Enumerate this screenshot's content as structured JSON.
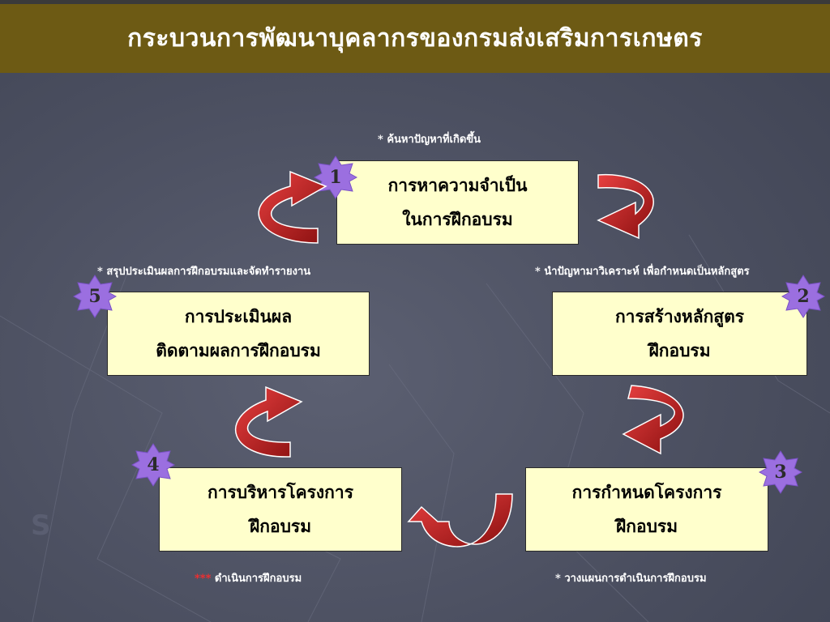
{
  "title": "กระบวนการพัฒนาบุคลากรของกรมส่งเสริมการเกษตร",
  "colors": {
    "title_band": "#6d5a14",
    "box_fill": "#ffffcc",
    "badge_fill": "#9b6fe0",
    "arrow_red": "#c0201e",
    "background": "#4b4f60"
  },
  "steps": [
    {
      "number": "1",
      "line1": "การหาความจำเป็น",
      "line2": "ในการฝึกอบรม"
    },
    {
      "number": "2",
      "line1": "การสร้างหลักสูตร",
      "line2": "ฝึกอบรม"
    },
    {
      "number": "3",
      "line1": "การกำหนดโครงการ",
      "line2": "ฝึกอบรม"
    },
    {
      "number": "4",
      "line1": "การบริหารโครงการ",
      "line2": "ฝึกอบรม"
    },
    {
      "number": "5",
      "line1": "การประเมินผล",
      "line2": "ติดตามผลการฝึกอบรม"
    }
  ],
  "notes": {
    "find_problems": "* ค้นหาปัญหาที่เกิดขึ้น",
    "analyze": "* นำปัญหามาวิเคราะห์ เพื่อกำหนดเป็นหลักสูตร",
    "plan": "* วางแผนการดำเนินการฝึกอบรม",
    "conduct_stars": "***",
    "conduct": " ดำเนินการฝึกอบรม",
    "summarize": "* สรุปประเมินผลการฝึกอบรมและจัดทำรายงาน"
  }
}
